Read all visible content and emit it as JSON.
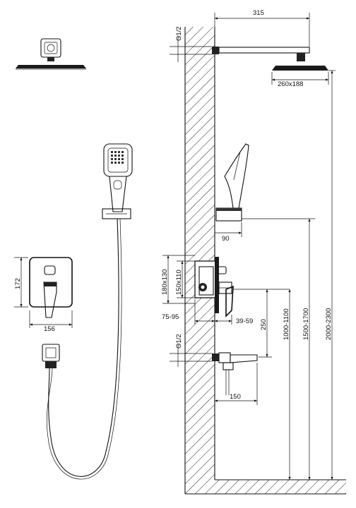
{
  "diagram": {
    "dimensions": {
      "arm_length": "315",
      "showerhead_size": "260x188",
      "pipe_thread_top": "G1/2",
      "pipe_thread_bottom": "G1/2",
      "holder_offset": "90",
      "box_outer": "180x130",
      "box_inner": "150x110",
      "box_depth": "75-95",
      "handle_depth": "39-59",
      "mixer_to_spout": "250",
      "mixer_height": "1000-1100",
      "holder_height": "1500-1700",
      "head_height": "2000-2300",
      "spout_length": "150",
      "plate_height": "172",
      "plate_width": "156"
    }
  }
}
